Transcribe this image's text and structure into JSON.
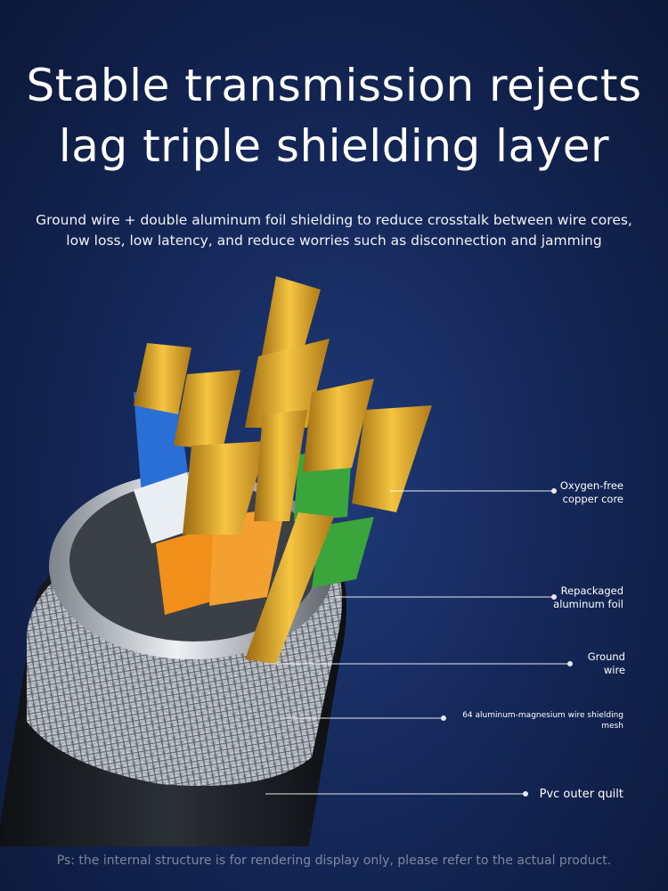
{
  "title": {
    "line1": "Stable transmission rejects",
    "line2": "lag triple shielding layer"
  },
  "subtitle": {
    "line1": "Ground wire + double aluminum foil shielding to reduce crosstalk between wire cores,",
    "line2": "low loss, low latency, and reduce worries such as disconnection and jamming"
  },
  "callouts": [
    {
      "line1": "Oxygen-free",
      "line2": "copper core"
    },
    {
      "line1": "Repackaged",
      "line2": "aluminum foil"
    },
    {
      "line1": "Ground",
      "line2": "wire"
    },
    {
      "line1": "64 aluminum-magnesium wire shielding",
      "line2": "mesh"
    },
    {
      "line1": "Pvc outer quilt",
      "line2": ""
    }
  ],
  "disclaimer": "Ps: the internal structure is for rendering display only, please refer to the actual product.",
  "colors": {
    "background": "#15285a",
    "copper": "#e0a52a",
    "blue_insulation": "#2a6fd6",
    "green_insulation": "#3aa53a",
    "orange_insulation": "#f0901a",
    "jacket": "#1e2226"
  }
}
